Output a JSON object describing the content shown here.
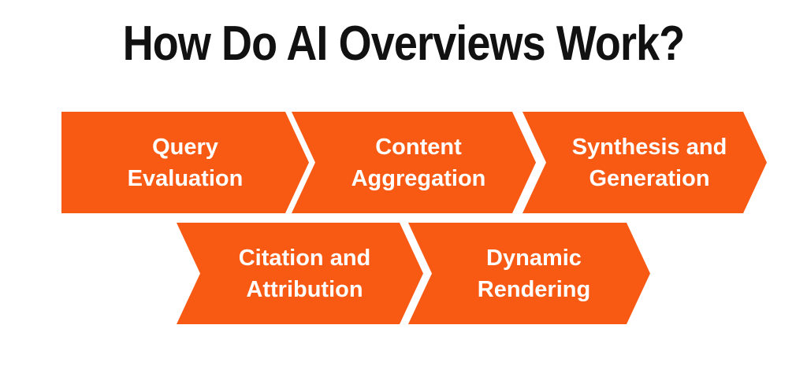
{
  "title": "How Do AI Overviews Work?",
  "steps": [
    {
      "id": "query-evaluation",
      "line1": "Query",
      "line2": "Evaluation"
    },
    {
      "id": "content-aggregation",
      "line1": "Content",
      "line2": "Aggregation"
    },
    {
      "id": "synthesis-and-generation",
      "line1": "Synthesis and",
      "line2": "Generation"
    },
    {
      "id": "citation-and-attribution",
      "line1": "Citation and",
      "line2": "Attribution"
    },
    {
      "id": "dynamic-rendering",
      "line1": "Dynamic",
      "line2": "Rendering"
    }
  ],
  "colors": {
    "accent": "#F85A14",
    "title_color": "#111111",
    "step_text": "#FFFFFF",
    "background": "#FFFFFF"
  }
}
